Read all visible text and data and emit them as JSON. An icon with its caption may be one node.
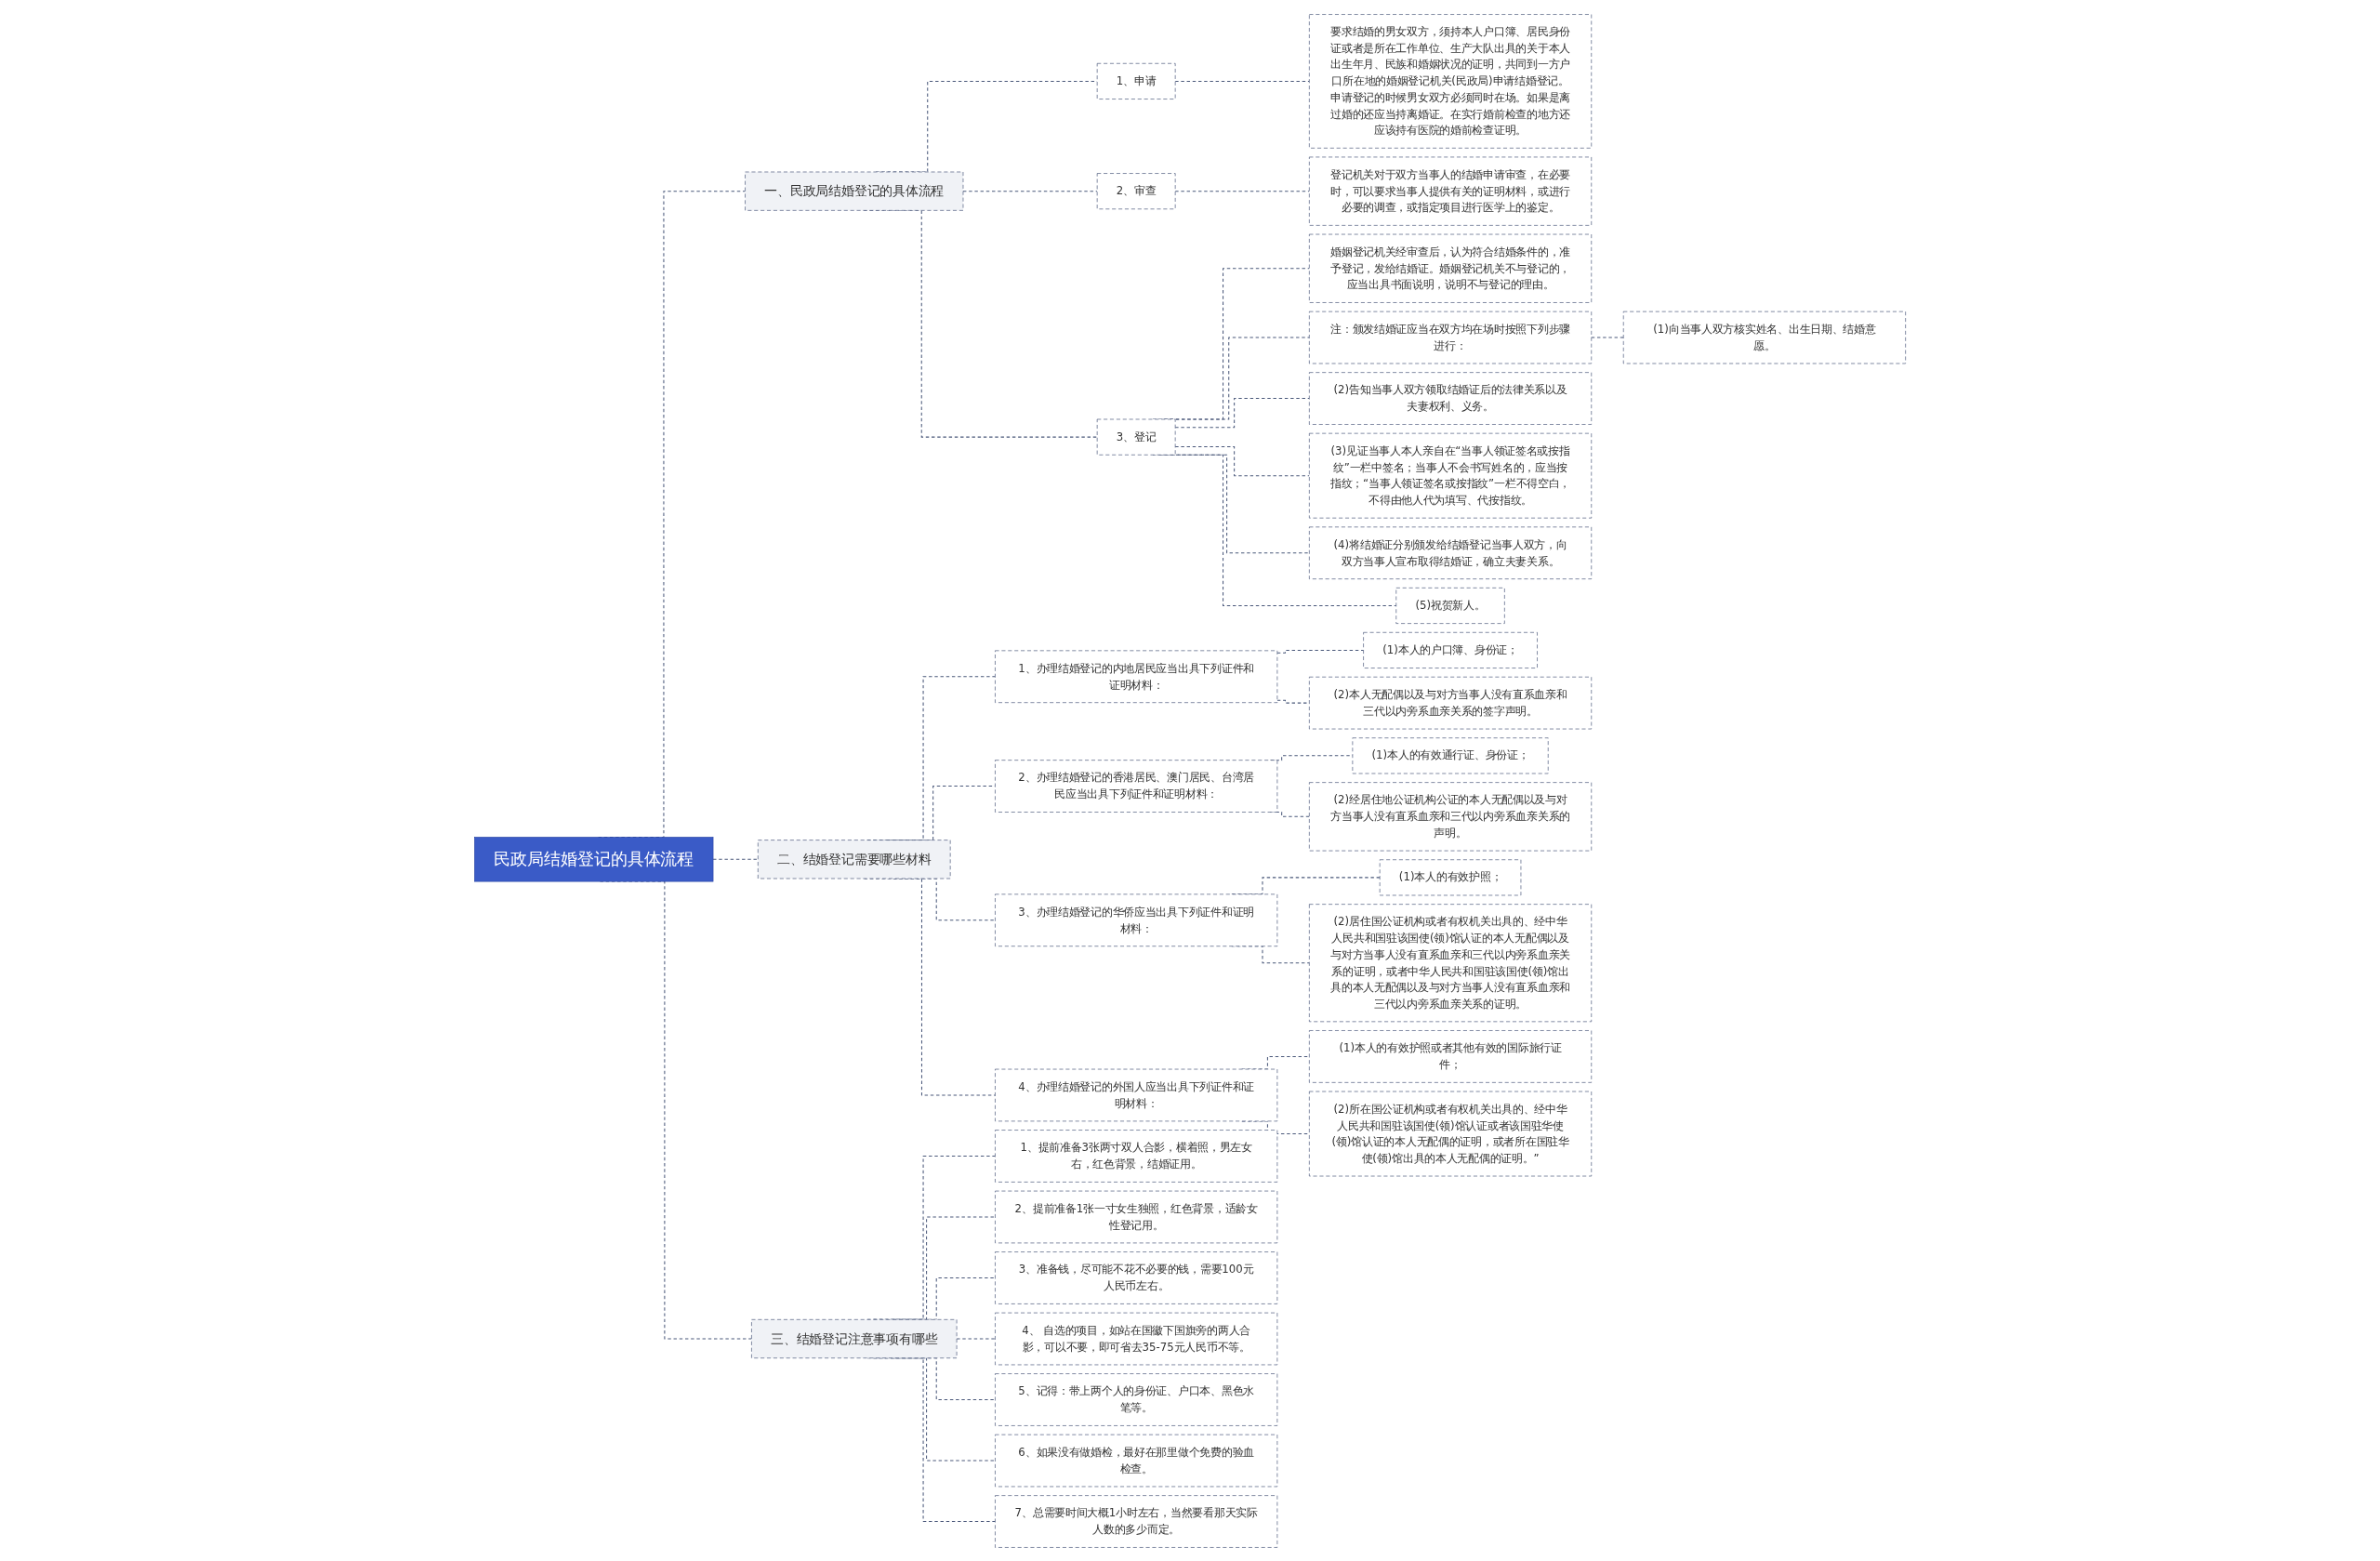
{
  "diagram": {
    "nodes": [
      {
        "text": [
          "民政局结婚登记的具体流程"
        ]
      },
      {
        "text": [
          "一、民政局结婚登记的具体流程"
        ]
      },
      {
        "text": [
          "1、申请"
        ]
      },
      {
        "text": [
          "要求结婚的男女双方，须持本人户口簿、居民身份证或者是所在工作单位、生产大队出具的关于本人出生年月、民族和婚姻状况的证明，共同到一方户口所在地的婚姻登记机关(民政局)申请结婚登记。申请登记的时候男女双方必须同时在场。如果是离过婚的还应当持离婚证。在实行婚前检查的地方还应该持有医院的婚前检查证明。"
        ]
      },
      {
        "text": [
          "2、审查"
        ]
      },
      {
        "text": [
          "登记机关对于双方当事人的结婚申请审查，在必要时，可以要求当事人提供有关的证明材料，或进行必要的调查，或指定项目进行医学上的鉴定。"
        ]
      },
      {
        "text": [
          "3、登记"
        ]
      },
      {
        "text": [
          "婚姻登记机关经审查后，认为符合结婚条件的，准予登记，发给结婚证。婚姻登记机关不与登记的，应当出具书面说明，说明不与登记的理由。"
        ]
      },
      {
        "text": [
          "注：颁发结婚证应当在双方均在场时按照下列步骤进行："
        ]
      },
      {
        "text": [
          "(1)向当事人双方核实姓名、出生日期、结婚意愿。"
        ]
      },
      {
        "text": [
          "(2)告知当事人双方领取结婚证后的法律关系以及夫妻权利、义务。"
        ]
      },
      {
        "text": [
          "(3)见证当事人本人亲自在“当事人领证签名或按指纹”一栏中签名；当事人不会书写姓名的，应当按指纹；“当事人领证签名或按指纹”一栏不得空白，不得由他人代为填写、代按指纹。"
        ]
      },
      {
        "text": [
          "(4)将结婚证分别颁发给结婚登记当事人双方，向双方当事人宣布取得结婚证，确立夫妻关系。"
        ]
      },
      {
        "text": [
          "(5)祝贺新人。"
        ]
      },
      {
        "text": [
          "二、结婚登记需要哪些材料"
        ]
      },
      {
        "text": [
          "1、办理结婚登记的内地居民应当出具下列证件和证明材料："
        ]
      },
      {
        "text": [
          "(1)本人的户口簿、身份证；"
        ]
      },
      {
        "text": [
          "(2)本人无配偶以及与对方当事人没有直系血亲和三代以内旁系血亲关系的签字声明。"
        ]
      },
      {
        "text": [
          "2、办理结婚登记的香港居民、澳门居民、台湾居民应当出具下列证件和证明材料："
        ]
      },
      {
        "text": [
          "(1)本人的有效通行证、身份证；"
        ]
      },
      {
        "text": [
          "(2)经居住地公证机构公证的本人无配偶以及与对方当事人没有直系血亲和三代以内旁系血亲关系的声明。"
        ]
      },
      {
        "text": [
          "3、办理结婚登记的华侨应当出具下列证件和证明材料："
        ]
      },
      {
        "text": [
          "(1)本人的有效护照；"
        ]
      },
      {
        "text": [
          "(2)居住国公证机构或者有权机关出具的、经中华人民共和国驻该国使(领)馆认证的本人无配偶以及与对方当事人没有直系血亲和三代以内旁系血亲关系的证明，或者中华人民共和国驻该国使(领)馆出具的本人无配偶以及与对方当事人没有直系血亲和三代以内旁系血亲关系的证明。"
        ]
      },
      {
        "text": [
          "4、办理结婚登记的外国人应当出具下列证件和证明材料："
        ]
      },
      {
        "text": [
          "(1)本人的有效护照或者其他有效的国际旅行证件；"
        ]
      },
      {
        "text": [
          "(2)所在国公证机构或者有权机关出具的、经中华人民共和国驻该国使(领)馆认证或者该国驻华使(领)馆认证的本人无配偶的证明，或者所在国驻华使(领)馆出具的本人无配偶的证明。”"
        ]
      },
      {
        "text": [
          "三、结婚登记注意事项有哪些"
        ]
      },
      {
        "text": [
          "1、提前准备3张两寸双人合影，横着照，男左女右，红色背景，结婚证用。"
        ]
      },
      {
        "text": [
          "2、提前准备1张一寸女生独照，红色背景，适龄女性登记用。"
        ]
      },
      {
        "text": [
          "3、准备钱，尽可能不花不必要的钱，需要100元人民币左右。"
        ]
      },
      {
        "text": [
          "4、 自选的项目，如站在国徽下国旗旁的两人合影，可以不要，即可省去35-75元人民币不等。"
        ]
      },
      {
        "text": [
          "5、记得：带上两个人的身份证、户口本、黑色水笔等。"
        ]
      },
      {
        "text": [
          "6、如果没有做婚检，最好在那里做个免费的验血检查。"
        ]
      },
      {
        "text": [
          "7、总需要时间大概1小时左右，当然要看那天实际人数的多少而定。"
        ]
      }
    ],
    "edges": [
      {
        "from": 0,
        "to": 1,
        "arrow": "none",
        "style": "dashed"
      },
      {
        "from": 1,
        "to": 2,
        "arrow": "none",
        "style": "dashed"
      },
      {
        "from": 2,
        "to": 3,
        "arrow": "none",
        "style": "dashed"
      },
      {
        "from": 1,
        "to": 4,
        "arrow": "none",
        "style": "dashed"
      },
      {
        "from": 4,
        "to": 5,
        "arrow": "none",
        "style": "dashed"
      },
      {
        "from": 1,
        "to": 6,
        "arrow": "none",
        "style": "dashed"
      },
      {
        "from": 6,
        "to": 7,
        "arrow": "none",
        "style": "dashed"
      },
      {
        "from": 6,
        "to": 8,
        "arrow": "none",
        "style": "dashed"
      },
      {
        "from": 8,
        "to": 9,
        "arrow": "none",
        "style": "dashed"
      },
      {
        "from": 6,
        "to": 10,
        "arrow": "none",
        "style": "dashed"
      },
      {
        "from": 6,
        "to": 11,
        "arrow": "none",
        "style": "dashed"
      },
      {
        "from": 6,
        "to": 12,
        "arrow": "none",
        "style": "dashed"
      },
      {
        "from": 6,
        "to": 13,
        "arrow": "none",
        "style": "dashed"
      },
      {
        "from": 0,
        "to": 14,
        "arrow": "none",
        "style": "dashed"
      },
      {
        "from": 14,
        "to": 15,
        "arrow": "none",
        "style": "dashed"
      },
      {
        "from": 15,
        "to": 16,
        "arrow": "none",
        "style": "dashed"
      },
      {
        "from": 15,
        "to": 17,
        "arrow": "none",
        "style": "dashed"
      },
      {
        "from": 14,
        "to": 18,
        "arrow": "none",
        "style": "dashed"
      },
      {
        "from": 18,
        "to": 19,
        "arrow": "none",
        "style": "dashed"
      },
      {
        "from": 18,
        "to": 20,
        "arrow": "none",
        "style": "dashed"
      },
      {
        "from": 14,
        "to": 21,
        "arrow": "none",
        "style": "dashed"
      },
      {
        "from": 21,
        "to": 22,
        "arrow": "none",
        "style": "dashed"
      },
      {
        "from": 21,
        "to": 23,
        "arrow": "none",
        "style": "dashed"
      },
      {
        "from": 14,
        "to": 24,
        "arrow": "none",
        "style": "dashed"
      },
      {
        "from": 24,
        "to": 25,
        "arrow": "none",
        "style": "dashed"
      },
      {
        "from": 24,
        "to": 26,
        "arrow": "none",
        "style": "dashed"
      },
      {
        "from": 0,
        "to": 27,
        "arrow": "none",
        "style": "dashed"
      },
      {
        "from": 27,
        "to": 28,
        "arrow": "none",
        "style": "dashed"
      },
      {
        "from": 27,
        "to": 29,
        "arrow": "none",
        "style": "dashed"
      },
      {
        "from": 27,
        "to": 30,
        "arrow": "none",
        "style": "dashed"
      },
      {
        "from": 27,
        "to": 31,
        "arrow": "none",
        "style": "dashed"
      },
      {
        "from": 27,
        "to": 32,
        "arrow": "none",
        "style": "dashed"
      },
      {
        "from": 27,
        "to": 33,
        "arrow": "none",
        "style": "dashed"
      },
      {
        "from": 27,
        "to": 34,
        "arrow": "none",
        "style": "dashed"
      }
    ]
  }
}
